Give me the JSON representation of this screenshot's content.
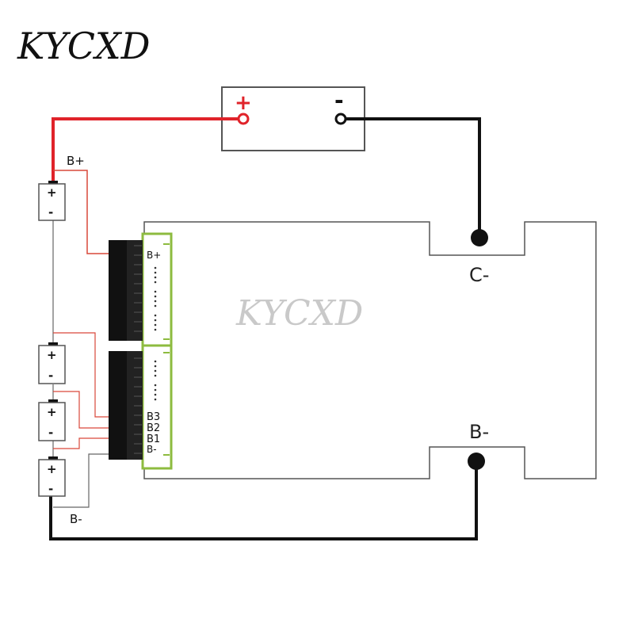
{
  "brand": {
    "logo_text": "KYCXD",
    "watermark_text": "KYCXD"
  },
  "charger": {
    "plus_label": "+",
    "minus_label": "-"
  },
  "terminals": {
    "c_minus": "C-",
    "b_minus": "B-"
  },
  "wiring_labels": {
    "b_plus_top": "B+",
    "b_minus_bottom": "B-"
  },
  "cell_labels": {
    "plus": "+",
    "minus": "-"
  },
  "connector_pins": {
    "b_plus": "B+",
    "b3": "B3",
    "b2": "B2",
    "b1": "B1",
    "b_minus": "B-"
  },
  "colors": {
    "positive_wire": "#e0232a",
    "negative_wire": "#111111",
    "sense_wire": "#d9483a",
    "pcb_edge": "#8dbb3f",
    "outline": "#555555",
    "watermark": "#c9c9c9"
  }
}
